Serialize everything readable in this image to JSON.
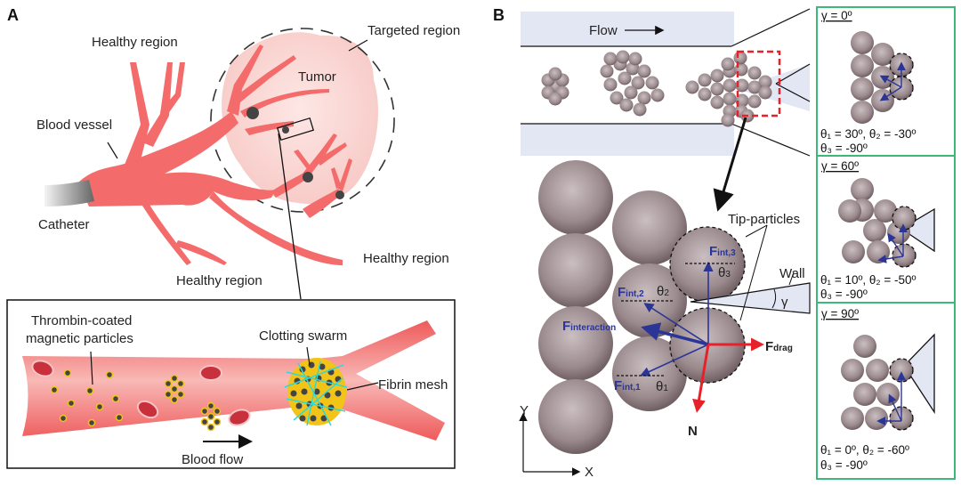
{
  "panel_a": {
    "letter": "A",
    "labels": {
      "healthy_top": "Healthy region",
      "targeted": "Targeted region",
      "tumor": "Tumor",
      "blood_vessel": "Blood vessel",
      "catheter": "Catheter",
      "healthy_bottom": "Healthy region",
      "healthy_right": "Healthy region"
    },
    "inset": {
      "particles_line1": "Thrombin-coated",
      "particles_line2": "magnetic particles",
      "clotting_swarm": "Clotting swarm",
      "fibrin_mesh": "Fibrin mesh",
      "blood_flow": "Blood flow"
    }
  },
  "panel_b": {
    "letter": "B",
    "flow_label": "Flow",
    "tip_particles": "Tip-particles",
    "wall": "Wall",
    "gamma": "γ",
    "forces": {
      "f_int3_main": "F",
      "f_int3_sub": "int,3",
      "f_int2_main": "F",
      "f_int2_sub": "int,2",
      "f_int1_main": "F",
      "f_int1_sub": "int,1",
      "f_interaction_main": "F",
      "f_interaction_sub": "interaction",
      "f_drag_main": "F",
      "f_drag_sub": "drag",
      "normal": "N"
    },
    "angles": {
      "t1": "θ",
      "t1s": "1",
      "t2": "θ",
      "t2s": "2",
      "t3": "θ",
      "t3s": "3"
    },
    "axes": {
      "x": "X",
      "y": "Y"
    },
    "cases": [
      {
        "gamma_label": "γ = 0º",
        "line1": "θ₁ = 30º, θ₂ = -30º",
        "line2": "θ₃ = -90º"
      },
      {
        "gamma_label": "γ = 60º",
        "line1": "θ₁ = 10º, θ₂ = -50º",
        "line2": "θ₃ = -90º"
      },
      {
        "gamma_label": "γ = 90º",
        "line1": "θ₁ = 0º, θ₂ = -60º",
        "line2": "θ₃ = -90º"
      }
    ]
  },
  "colors": {
    "vessel": "#f46b6b",
    "tumor": "#f9d3d0",
    "particle": "#8c7b7f",
    "force_blue": "#2b3596",
    "force_red": "#e8202a",
    "case_border": "#3cb878",
    "channel_wall": "#e3e6f3",
    "highlight_box": "#e8202a"
  }
}
